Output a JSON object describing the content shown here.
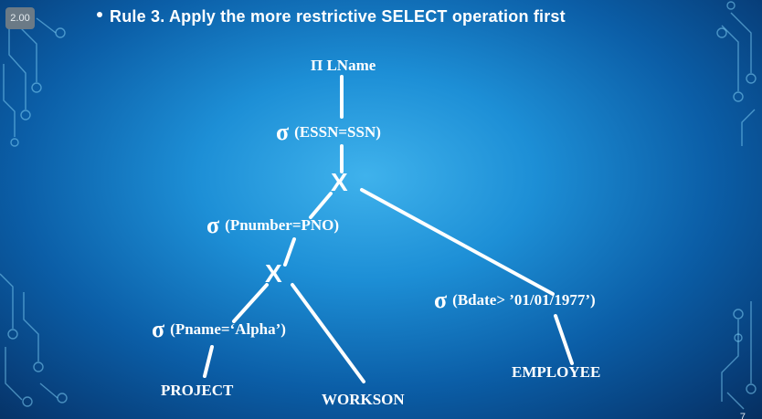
{
  "badge": "2.00",
  "title": "Rule 3. Apply the more restrictive SELECT operation first",
  "tree": {
    "projection": "Π LName",
    "join_select": "(ESSN=SSN)",
    "cross_top": "X",
    "select_pnumber": "(Pnumber=PNO)",
    "cross_bottom": "X",
    "select_pname": "(Pname=‘Alpha’)",
    "select_bdate": "(Bdate> ’01/01/1977’)",
    "leaf_project": "PROJECT",
    "leaf_workson": "WORKSON",
    "leaf_employee": "EMPLOYEE"
  },
  "sigma_symbol": "σ",
  "page_number": "7",
  "colors": {
    "text": "#ffffff",
    "edge": "#ffffff",
    "background": "#1d8fd6"
  }
}
